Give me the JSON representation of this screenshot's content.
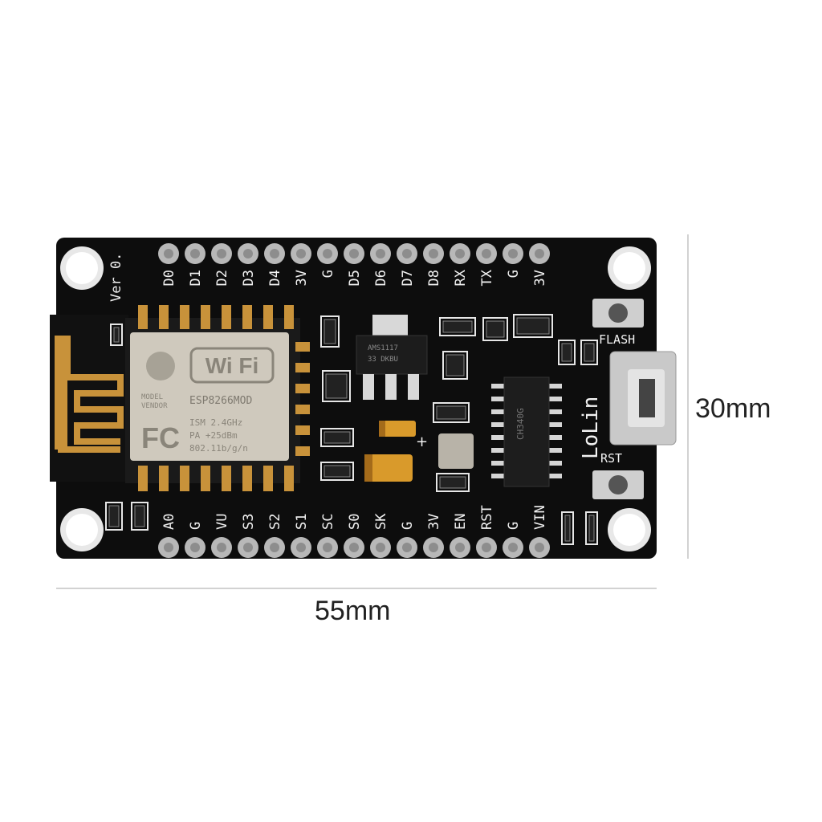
{
  "dimensions": {
    "width_label": "55mm",
    "height_label": "30mm"
  },
  "board": {
    "brand": "LoLin",
    "version_label": "Ver 0.",
    "top_pins": [
      "D0",
      "D1",
      "D2",
      "D3",
      "D4",
      "3V",
      "G",
      "D5",
      "D6",
      "D7",
      "D8",
      "RX",
      "TX",
      "G",
      "3V"
    ],
    "bottom_pins": [
      "A0",
      "G",
      "VU",
      "S3",
      "S2",
      "S1",
      "SC",
      "S0",
      "SK",
      "G",
      "3V",
      "EN",
      "RST",
      "G",
      "VIN"
    ],
    "buttons": {
      "flash": "FLASH",
      "reset": "RST"
    },
    "module": {
      "logo_text": "Wi Fi",
      "model_lines": [
        "MODEL",
        "VENDOR"
      ],
      "chip": "ESP8266MOD",
      "specs": [
        "ISM 2.4GHz",
        "PA +25dBm",
        "802.11b/g/n"
      ],
      "fcc": "FC"
    },
    "regulator": {
      "line1": "AMS1117",
      "line2": "33 DKBU"
    },
    "usb_chip": "CH340G",
    "polarity_mark": "+"
  },
  "colors": {
    "pcb": "#0d0d0d",
    "silkscreen": "#f2f2f2",
    "gold": "#c8923a",
    "shield": "#cfc9bd",
    "pins": "#b8b8b8"
  }
}
